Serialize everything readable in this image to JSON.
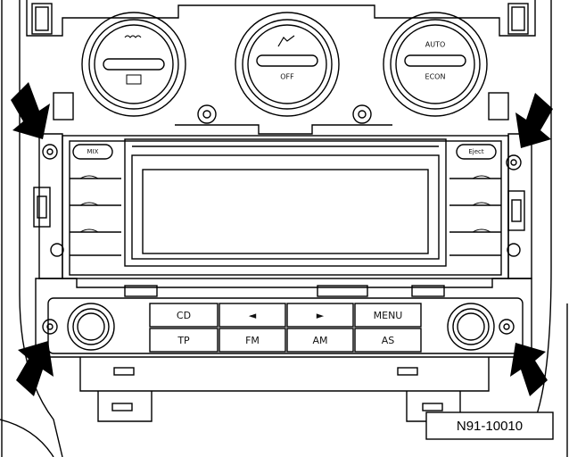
{
  "climate": {
    "left_icon": "rear-defrost-icon",
    "center_icon": "seat-heat-icon",
    "center_label": "OFF",
    "right_label_top": "AUTO",
    "right_label_bottom": "ECON"
  },
  "radio": {
    "left_small_btn": "MIX",
    "right_small_btn": "Eject",
    "buttons_top": [
      "CD",
      "◄",
      "►",
      "MENU"
    ],
    "buttons_bottom": [
      "TP",
      "FM",
      "AM",
      "AS"
    ]
  },
  "reference_id": "N91-10010",
  "colors": {
    "line": "#000000",
    "background": "#ffffff",
    "arrow": "#000000"
  }
}
